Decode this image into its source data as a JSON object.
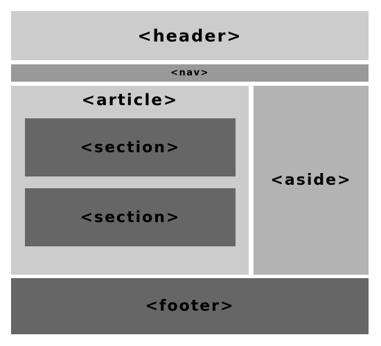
{
  "colors": {
    "header": "#cccccc",
    "nav": "#999999",
    "article": "#cccccc",
    "section": "#666666",
    "aside": "#b3b3b3",
    "footer": "#666666",
    "text": "#000000"
  },
  "diagram": {
    "header_label": "<header>",
    "nav_label": "<nav>",
    "article_label": "<article>",
    "sections": [
      {
        "label": "<section>"
      },
      {
        "label": "<section>"
      }
    ],
    "aside_label": "<aside>",
    "footer_label": "<footer>"
  }
}
